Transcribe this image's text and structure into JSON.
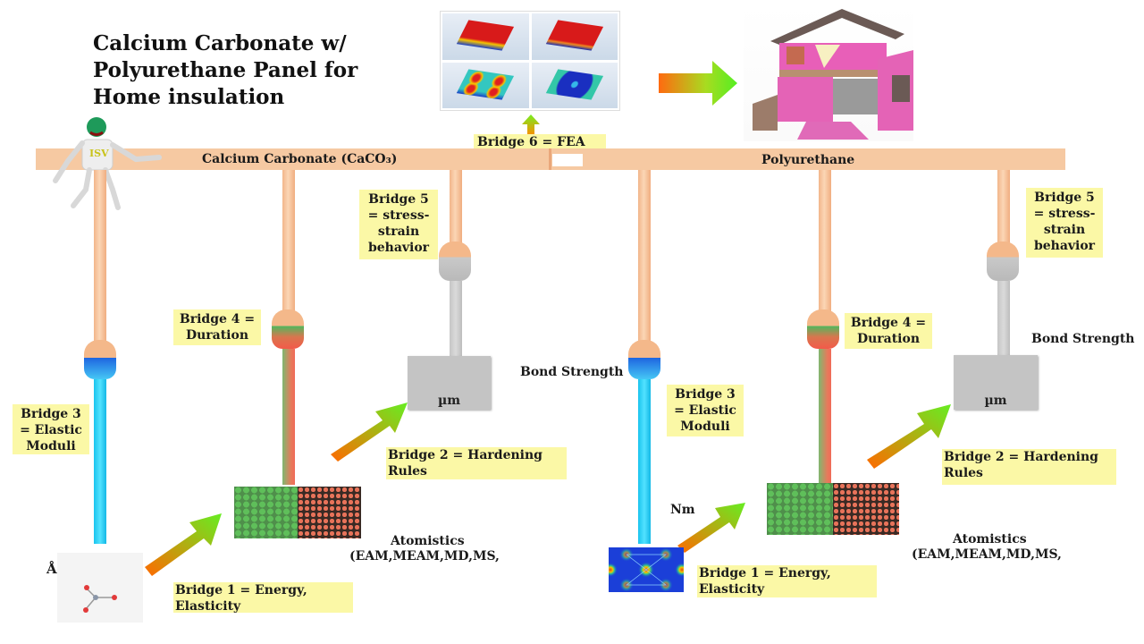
{
  "title": "Calcium Carbonate w/ Polyurethane Panel for Home insulation",
  "beam": {
    "left_label": "Calcium Carbonate (CaCO₃)",
    "right_label": "Polyurethane"
  },
  "mascot": {
    "badge": "ISV"
  },
  "fea": {
    "label": "Bridge 6 = FEA"
  },
  "left_side": {
    "bridge5": "Bridge 5 = stress-strain behavior",
    "bridge4": "Bridge 4 = Duration",
    "bridge3": "Bridge 3 = Elastic Moduli",
    "bridge2": "Bridge 2 = Hardening Rules",
    "bridge1": "Bridge 1 = Energy, Elasticity",
    "bond_strength": "Bond Strength",
    "micro_unit": "µm",
    "angstrom_unit": "Å",
    "atomistics_line1": "Atomistics",
    "atomistics_line2": "(EAM,MEAM,MD,MS,"
  },
  "right_side": {
    "bridge5": "Bridge 5 = stress-strain behavior",
    "bridge4": "Bridge 4 = Duration",
    "bridge3": "Bridge 3 = Elastic Moduli",
    "bridge2": "Bridge 2 = Hardening Rules",
    "bridge1": "Bridge 1 = Energy, Elasticity",
    "bond_strength": "Bond Strength",
    "micro_unit": "µm",
    "nano_unit": "Nm",
    "atomistics_line1": "Atomistics",
    "atomistics_line2": "(EAM,MEAM,MD,MS,"
  },
  "colors": {
    "beam": "#f6c9a2",
    "note_bg": "#fbf8a6",
    "elastic_rod": "#2fd3f8",
    "arrow_start": "#ff6a00",
    "arrow_end": "#66ee22"
  }
}
